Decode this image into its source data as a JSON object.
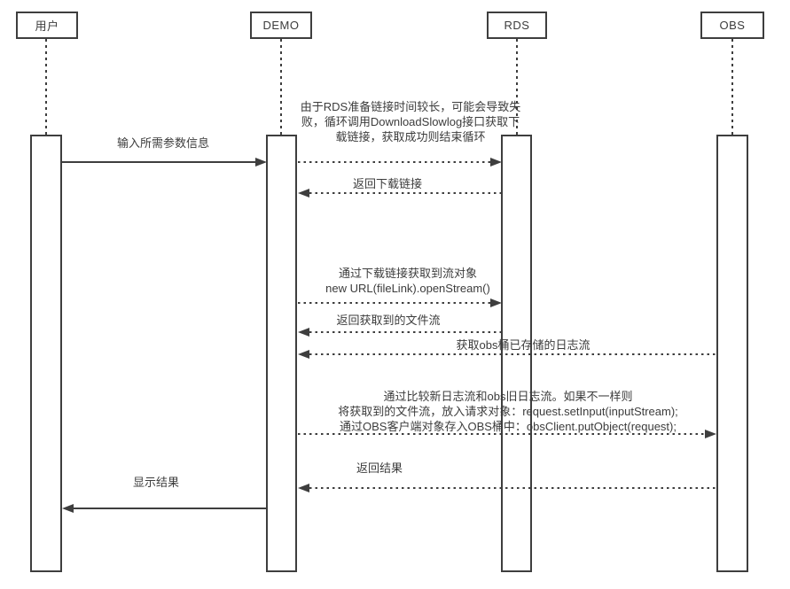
{
  "diagram": {
    "type": "sequence-diagram",
    "colors": {
      "line": "#3e3e3e",
      "text": "#3c3c3c",
      "background": "#ffffff"
    },
    "participants": [
      {
        "id": "user",
        "label": "用户"
      },
      {
        "id": "demo",
        "label": "DEMO"
      },
      {
        "id": "rds",
        "label": "RDS"
      },
      {
        "id": "obs",
        "label": "OBS"
      }
    ],
    "messages": [
      {
        "from": "用户",
        "to": "DEMO",
        "line": "solid",
        "label": "输入所需参数信息"
      },
      {
        "from": "DEMO",
        "to": "RDS",
        "line": "dotted",
        "label": "由于RDS准备链接时间较长，可能会导致失\n败，循环调用DownloadSlowlog接口获取下\n载链接，获取成功则结束循环"
      },
      {
        "from": "RDS",
        "to": "DEMO",
        "line": "dotted",
        "label": "返回下载链接"
      },
      {
        "from": "DEMO",
        "to": "RDS",
        "line": "dotted",
        "label": "通过下载链接获取到流对象\nnew URL(fileLink).openStream()"
      },
      {
        "from": "RDS",
        "to": "DEMO",
        "line": "dotted",
        "label": "返回获取到的文件流"
      },
      {
        "from": "OBS",
        "to": "DEMO",
        "line": "dotted",
        "label": "获取obs桶已存储的日志流"
      },
      {
        "from": "DEMO",
        "to": "OBS",
        "line": "dotted",
        "label": "通过比较新日志流和obs旧日志流。如果不一样则\n将获取到的文件流，放入请求对象：request.setInput(inputStream);\n通过OBS客户端对象存入OBS桶中：obsClient.putObject(request);"
      },
      {
        "from": "OBS",
        "to": "DEMO",
        "line": "dotted",
        "label": "返回结果"
      },
      {
        "from": "DEMO",
        "to": "用户",
        "line": "solid",
        "label": "显示结果"
      }
    ]
  }
}
